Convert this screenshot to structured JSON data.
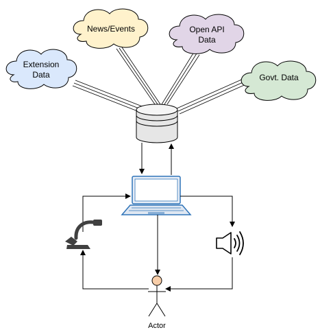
{
  "clouds": {
    "extension": {
      "line1": "Extension",
      "line2": "Data",
      "fill": "#dae8fc"
    },
    "news": {
      "line1": "News/Events",
      "fill": "#fff2cc"
    },
    "openapi": {
      "line1": "Open API",
      "line2": "Data",
      "fill": "#e1d5e7"
    },
    "govt": {
      "line1": "Govt. Data",
      "fill": "#d5e8d4"
    }
  },
  "actor": {
    "label": "Actor",
    "head_fill": "#f8cea9"
  },
  "colors": {
    "stroke": "#000000",
    "device": "#404040",
    "laptop_accent": "#2e73b8"
  },
  "icons": [
    "database-icon",
    "laptop-icon",
    "microphone-icon",
    "speaker-icon",
    "actor-icon",
    "cloud-icon"
  ]
}
